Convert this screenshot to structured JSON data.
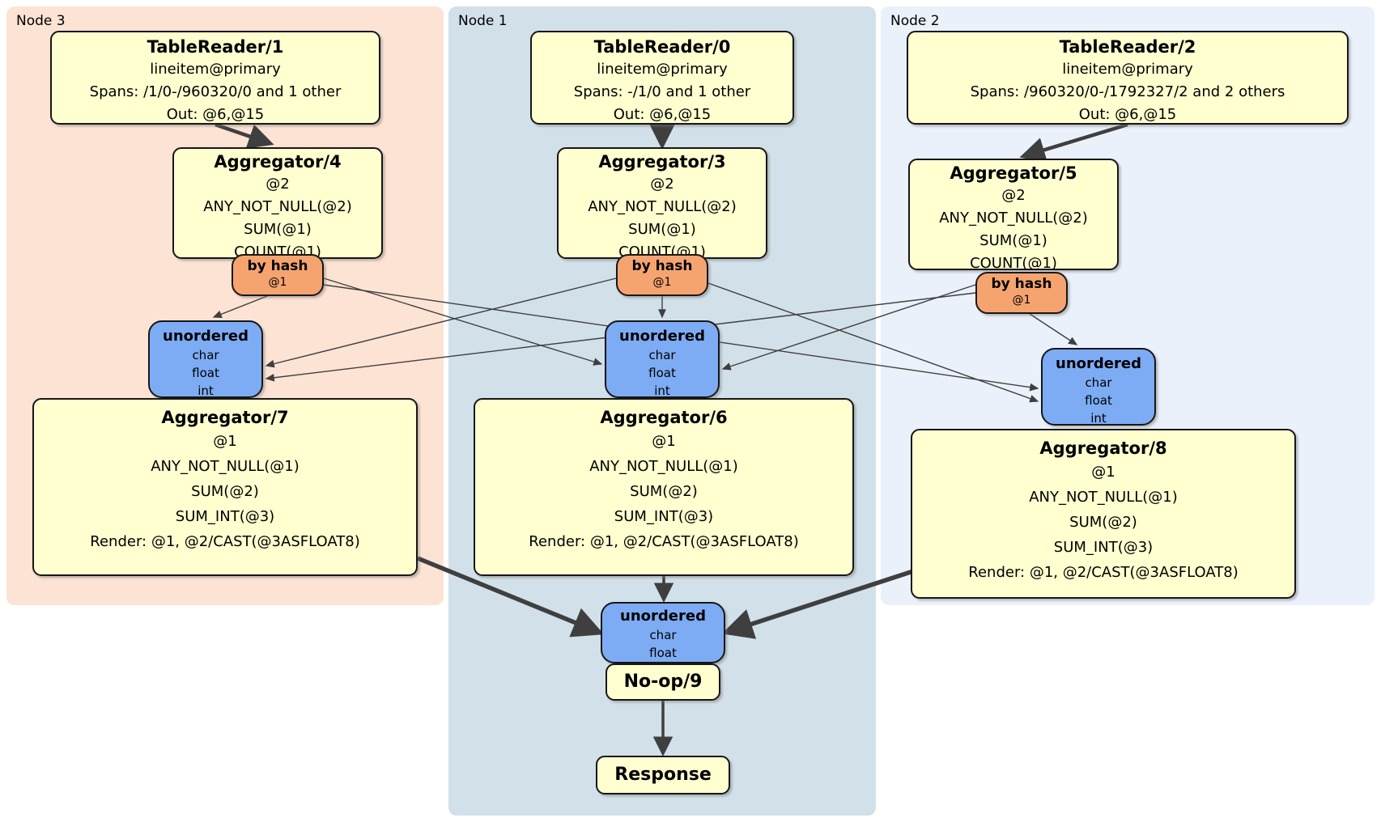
{
  "regions": {
    "node3": {
      "label": "Node 3"
    },
    "node1": {
      "label": "Node 1"
    },
    "node2": {
      "label": "Node 2"
    }
  },
  "boxes": {
    "tr1": {
      "title": "TableReader/1",
      "lines": [
        "lineitem@primary",
        "Spans: /1/0-/960320/0 and 1 other",
        "Out: @6,@15"
      ]
    },
    "tr0": {
      "title": "TableReader/0",
      "lines": [
        "lineitem@primary",
        "Spans: -/1/0 and 1 other",
        "Out: @6,@15"
      ]
    },
    "tr2": {
      "title": "TableReader/2",
      "lines": [
        "lineitem@primary",
        "Spans: /960320/0-/1792327/2 and 2 others",
        "Out: @6,@15"
      ]
    },
    "agg4": {
      "title": "Aggregator/4",
      "lines": [
        "@2",
        "ANY_NOT_NULL(@2)",
        "SUM(@1)",
        "COUNT(@1)"
      ]
    },
    "agg3": {
      "title": "Aggregator/3",
      "lines": [
        "@2",
        "ANY_NOT_NULL(@2)",
        "SUM(@1)",
        "COUNT(@1)"
      ]
    },
    "agg5": {
      "title": "Aggregator/5",
      "lines": [
        "@2",
        "ANY_NOT_NULL(@2)",
        "SUM(@1)",
        "COUNT(@1)"
      ]
    },
    "bh3": {
      "title": "by hash",
      "sub": "@1"
    },
    "bh1": {
      "title": "by hash",
      "sub": "@1"
    },
    "bh2": {
      "title": "by hash",
      "sub": "@1"
    },
    "un3": {
      "title": "unordered",
      "lines": [
        "char",
        "float",
        "int"
      ]
    },
    "un1": {
      "title": "unordered",
      "lines": [
        "char",
        "float",
        "int"
      ]
    },
    "un2": {
      "title": "unordered",
      "lines": [
        "char",
        "float",
        "int"
      ]
    },
    "agg7": {
      "title": "Aggregator/7",
      "lines": [
        "@1",
        "ANY_NOT_NULL(@1)",
        "SUM(@2)",
        "SUM_INT(@3)",
        "Render: @1, @2/CAST(@3ASFLOAT8)"
      ]
    },
    "agg6": {
      "title": "Aggregator/6",
      "lines": [
        "@1",
        "ANY_NOT_NULL(@1)",
        "SUM(@2)",
        "SUM_INT(@3)",
        "Render: @1, @2/CAST(@3ASFLOAT8)"
      ]
    },
    "agg8": {
      "title": "Aggregator/8",
      "lines": [
        "@1",
        "ANY_NOT_NULL(@1)",
        "SUM(@2)",
        "SUM_INT(@3)",
        "Render: @1, @2/CAST(@3ASFLOAT8)"
      ]
    },
    "unf": {
      "title": "unordered",
      "lines": [
        "char",
        "float"
      ]
    },
    "noop": {
      "title": "No-op/9"
    },
    "response": {
      "title": "Response"
    }
  },
  "colors": {
    "node3_bg": "#fde3d3",
    "node1_bg": "#d2e0e9",
    "node2_bg": "#eaf1fa",
    "processor_bg": "#ffffd0",
    "router_bg": "#f5a470",
    "sync_bg": "#7dacf5",
    "edge": "#3f3f3f"
  }
}
